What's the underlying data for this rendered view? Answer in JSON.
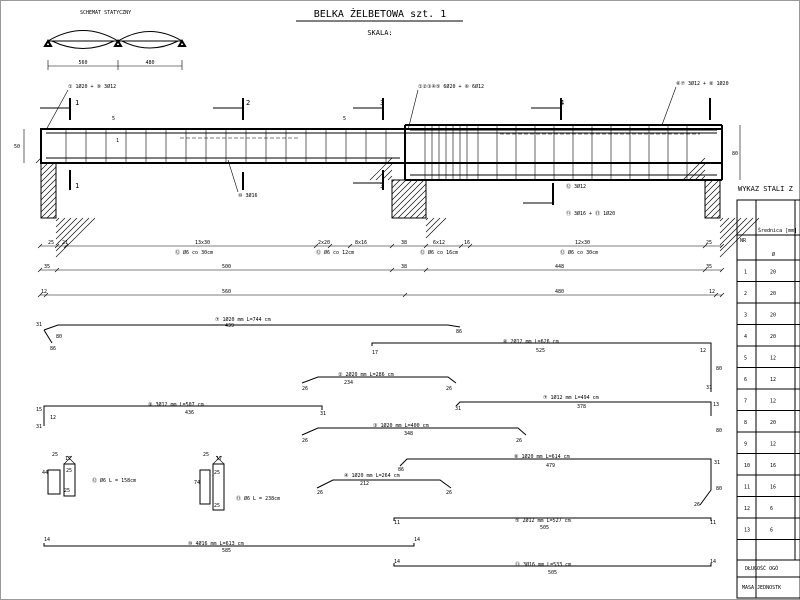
{
  "header": {
    "title": "BELKA ŻELBETOWA szt. 1",
    "scale": "SKALA:",
    "static_scheme_label": "SCHEMAT STATYCZNY",
    "span_left": "560",
    "span_right": "480"
  },
  "beam": {
    "section_marks": [
      "1",
      "2",
      "3",
      "3",
      "4",
      "1"
    ],
    "height_left": "50",
    "height_right": "80",
    "callouts": [
      "① 1Ø20 + ⑨ 3Ø12",
      "①②③④⑤ 6Ø20 + ⑥ 6Ø12",
      "⑥⑦ 3Ø12 + ⑧ 1Ø20",
      "⑩ 3Ø16",
      "⑫ 3Ø12",
      "⑪ 3Ø16 + ⑬ 1Ø20",
      "5",
      "1",
      "5"
    ]
  },
  "dims": {
    "row1": [
      "25",
      "21",
      "13x30",
      "2x20",
      "8x16",
      "38",
      "6x12",
      "16",
      "12x30",
      "25"
    ],
    "row1_sub": [
      "⑫ Ø6 co 30cm",
      "⑫ Ø6 co 12cm",
      "⑫ Ø6 co 16cm",
      "⑫ Ø6 co 30cm"
    ],
    "row2": [
      "35",
      "500",
      "38",
      "448",
      "35"
    ],
    "row3": [
      "12",
      "560",
      "480",
      "12"
    ]
  },
  "bars": [
    {
      "mark": "⑦ 1Ø20 mm L=744 cm",
      "len": "439",
      "a": "31",
      "b": "80",
      "c": "86",
      "d": "86"
    },
    {
      "mark": "⑥ 2Ø12 mm L=626 cm",
      "len": "525",
      "a": "17",
      "b": "12",
      "c": "80",
      "d": "31"
    },
    {
      "mark": "② 2Ø20 mm L=286 cm",
      "len": "234",
      "a": "26",
      "b": "26"
    },
    {
      "mark": "⑨ 3Ø12 mm L=507 cm",
      "len": "436",
      "a": "15",
      "b": "12",
      "c": "31",
      "d": "31"
    },
    {
      "mark": "⑦ 1Ø12 mm L=494 cm",
      "len": "378",
      "a": "31",
      "b": "13",
      "c": "80"
    },
    {
      "mark": "③ 1Ø20 mm L=400 cm",
      "len": "348",
      "a": "26",
      "b": "26"
    },
    {
      "mark": "⑧ 1Ø20 mm L=614 cm",
      "len": "479",
      "a": "86",
      "b": "31",
      "c": "80",
      "d": "26"
    },
    {
      "mark": "④ 1Ø20 mm L=264 cm",
      "len": "212",
      "a": "26",
      "b": "26"
    },
    {
      "mark": "⑤ 2Ø12 mm L=527 cm",
      "len": "505",
      "a": "11",
      "b": "11"
    },
    {
      "mark": "⑩ 4Ø16 mm L=613 cm",
      "len": "585",
      "a": "14",
      "b": "14"
    },
    {
      "mark": "⑪ 3Ø16 mm L=533 cm",
      "len": "505",
      "a": "14",
      "b": "14"
    }
  ],
  "stirrups": [
    {
      "label": "⑫ Ø6 L = 158cm",
      "dims": [
        "25",
        "17",
        "44",
        "25",
        "25"
      ]
    },
    {
      "label": "⑬ Ø6 L = 238cm",
      "dims": [
        "25",
        "17",
        "74",
        "25",
        "25"
      ]
    }
  ],
  "steel_table": {
    "title": "WYKAZ STALI Z",
    "col_nr": "NR",
    "col_dia": "Średnica [mm]",
    "col_dia_sym": "Ø",
    "rows": [
      {
        "nr": "1",
        "d": "20"
      },
      {
        "nr": "2",
        "d": "20"
      },
      {
        "nr": "3",
        "d": "20"
      },
      {
        "nr": "4",
        "d": "20"
      },
      {
        "nr": "5",
        "d": "12"
      },
      {
        "nr": "6",
        "d": "12"
      },
      {
        "nr": "7",
        "d": "12"
      },
      {
        "nr": "8",
        "d": "20"
      },
      {
        "nr": "9",
        "d": "12"
      },
      {
        "nr": "10",
        "d": "16"
      },
      {
        "nr": "11",
        "d": "16"
      },
      {
        "nr": "12",
        "d": "6"
      },
      {
        "nr": "13",
        "d": "6"
      }
    ],
    "footer1": "DŁUGOŚĆ OGÓ",
    "footer2": "MASA JEDNOSTK"
  }
}
